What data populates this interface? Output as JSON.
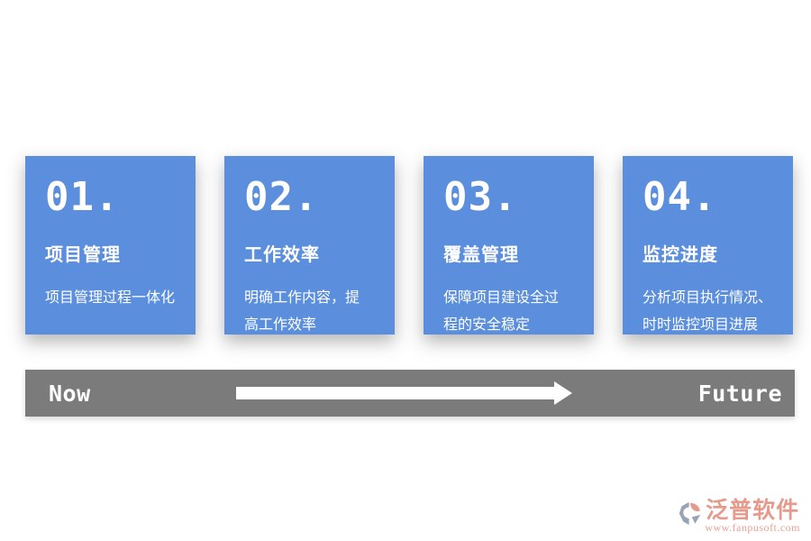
{
  "cards": [
    {
      "number": "01.",
      "title": "项目管理",
      "desc": "项目管理过程一体化"
    },
    {
      "number": "02.",
      "title": "工作效率",
      "desc": "明确工作内容，提\n高工作效率"
    },
    {
      "number": "03.",
      "title": "覆盖管理",
      "desc": "保障项目建设全过\n程的安全稳定"
    },
    {
      "number": "04.",
      "title": "监控进度",
      "desc": "分析项目执行情况、\n时时监控项目进展"
    }
  ],
  "timeline": {
    "start_label": "Now",
    "end_label": "Future"
  },
  "footer_logo": {
    "brand": "泛普软件",
    "url": "www.fanpusoft.com"
  },
  "colors": {
    "card_blue": "#5b8edc",
    "bar_gray": "#7b7b7b",
    "text_white": "#ffffff",
    "logo_salmon": "#e59a8c",
    "logo_gray_blue": "#98a3b7"
  }
}
